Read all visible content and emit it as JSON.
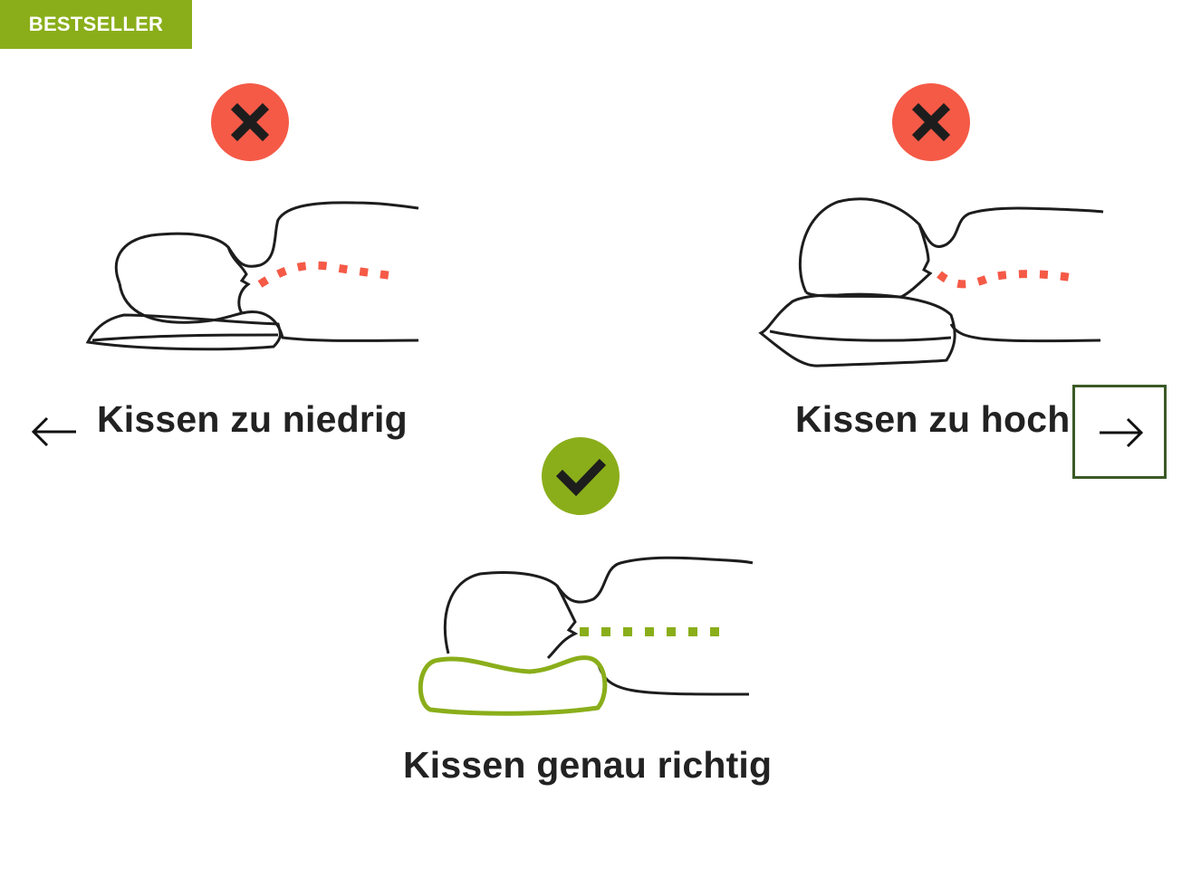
{
  "badge": {
    "label": "BESTSELLER",
    "color": "#8aae1a"
  },
  "slides": [
    {
      "caption": "Kissen zu niedrig",
      "status_icon": "x-icon",
      "status_color": "#f55a47"
    },
    {
      "caption": "Kissen zu hoch",
      "status_icon": "x-icon",
      "status_color": "#f55a47"
    },
    {
      "caption": "Kissen genau richtig",
      "status_icon": "check-icon",
      "status_color": "#8aae1a"
    }
  ],
  "navigation": {
    "prev_icon": "arrow-left-icon",
    "next_icon": "arrow-right-icon"
  }
}
